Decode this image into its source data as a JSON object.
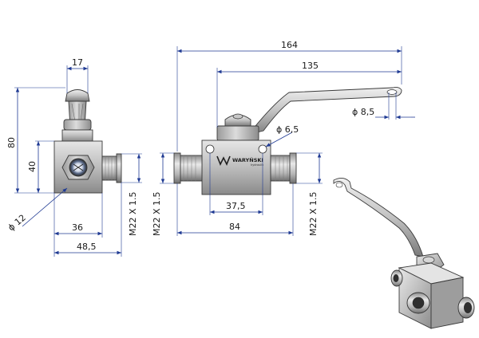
{
  "dimensions": {
    "top_overall_length": "164",
    "handle_length": "135",
    "handle_tip_diameter": "ϕ 8,5",
    "mounting_hole_diameter": "ϕ 6,5",
    "body_height": "80",
    "port_height": "40",
    "stem_width": "17",
    "port_diameter": "ϕ 12",
    "body_width_side": "36",
    "side_overall_width": "48,5",
    "thread_side": "M22 X 1.5",
    "thread_left": "M22 X 1.5",
    "thread_right": "M22 X 1.5",
    "hole_spacing": "37,5",
    "front_overall_width": "84"
  },
  "logo": {
    "brand_text": "WARYŃSKI",
    "brand_sub": "hydraulik"
  },
  "colors": {
    "dimension_line": "#1f3a93",
    "metal_light": "#d8d8d8",
    "metal_mid": "#a8a8a8",
    "metal_dark": "#6e6e6e"
  }
}
